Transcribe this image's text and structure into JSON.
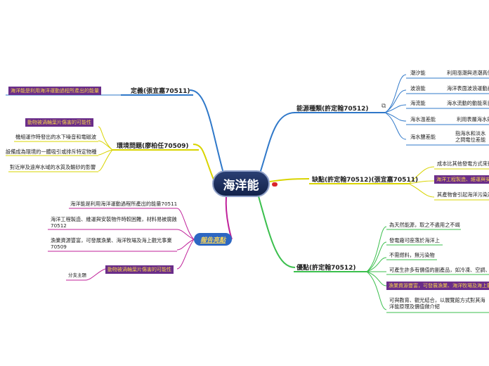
{
  "central": {
    "title": "海洋能"
  },
  "branches": {
    "energy_types": {
      "title": "能源種類(許定翰70512)",
      "items": [
        {
          "name": "潮汐能",
          "desc": "利用漲潮與退潮高低差"
        },
        {
          "name": "波浪能",
          "desc": "海洋表面波浪運動產生"
        },
        {
          "name": "海流能",
          "desc": "海水流動的動能來自"
        },
        {
          "name": "海水溫差能",
          "desc": "利用表層海水與"
        },
        {
          "name": "海水鹽差能",
          "desc": "指海水和淡水之間電位差能"
        }
      ]
    },
    "disadvantages": {
      "title": "缺點(許定翰70512)(張宜嘉70511)",
      "items": [
        "成本比其他發電方式來得",
        "海洋工程製造、維運與安",
        "其產物會引起海洋污染及"
      ]
    },
    "advantages": {
      "title": "優點(許定翰70512)",
      "items": [
        "為天然能源，取之不盡用之不竭",
        "發電廠可座落於海洋上",
        "不需燃料，無污染物",
        "可產生許多有價值的副產品，如冷凍、空調、水",
        "漁業資源豐富，可發展漁業、海洋牧場及海上觀光",
        "可與教育、觀光結合，以展覽館方式對其海洋能原理及價值做介紹"
      ]
    },
    "definition": {
      "title": "定義(張宜嘉70511)",
      "items": [
        "海洋能是利用海洋運動過程所產出的能量"
      ]
    },
    "environment": {
      "title": "環境問題(廖柏任70509)",
      "items": [
        "動物被渦輪葉片傷害的可能性",
        "機組運作時發出的水下噪音和電磁波",
        "設備成為環境的一體吸引或排斥特定物種",
        "對近岸及遠岸水域的水質及輸砂的影響"
      ]
    },
    "report": {
      "title": "報告亮點",
      "items": [
        "海洋能是利用海洋運動過程所產出的能量70511",
        "海洋工程製造、維運與安裝物件時較困難，材料易被腐蝕70512",
        "漁業資源豐富，可發展漁業、海洋牧場及海上觀光事業70509",
        "動物被渦輪葉片傷害的可能性"
      ],
      "sub_topic": "分支主題"
    }
  },
  "colors": {
    "energy": "#2f78c9",
    "disadvantages": "#d9d400",
    "advantages": "#3bbf4d",
    "definition": "#2f78c9",
    "environment": "#d9d400",
    "report": "#c0219a",
    "highlight_bg": "#6a2d8a",
    "highlight_fg": "#f5d04a",
    "central_bg": "#1b2b55"
  },
  "icons": {
    "link": "external-link-icon",
    "marker": "red-marker-icon"
  }
}
